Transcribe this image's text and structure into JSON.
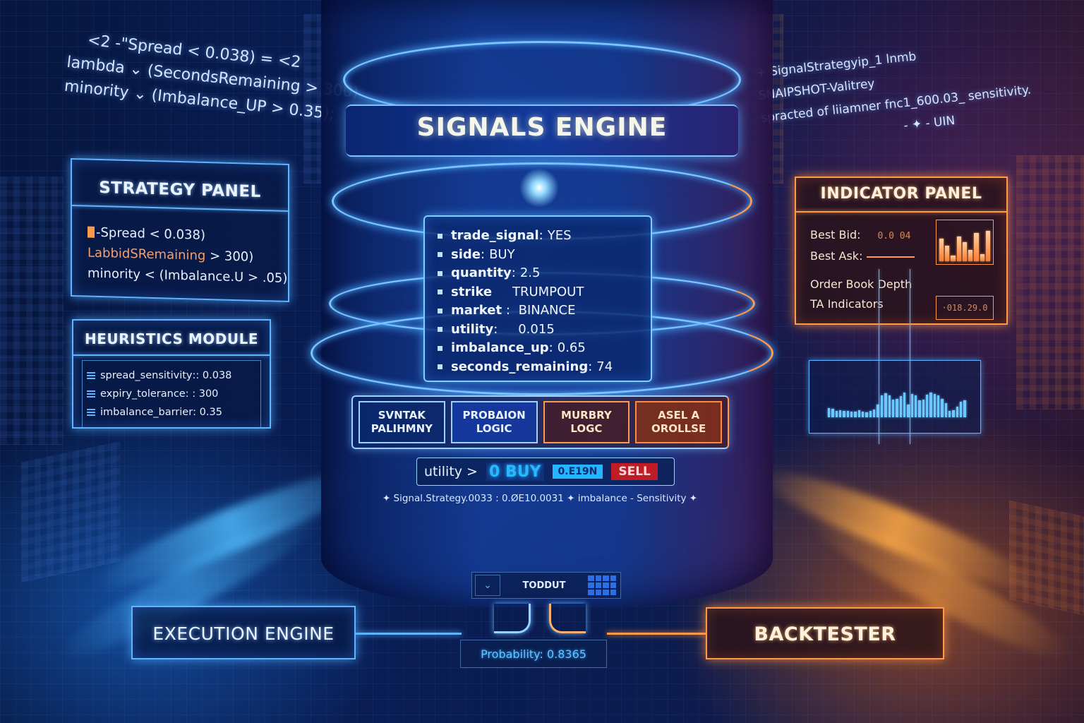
{
  "scene": {
    "title": "SIGNALS ENGINE",
    "colors": {
      "blue_accent": "#5fb4ff",
      "orange_accent": "#ff9a4a",
      "buy": "#28b8ff",
      "sell": "#c01c28",
      "background": "#0a1e55"
    }
  },
  "code_left": {
    "lines": [
      "<2 -\"Spread < 0.038) = <2",
      "lambda ⌄ (SecondsRemaining > 300)",
      "minority ⌄ (Imbalance_UP > 0.35);"
    ]
  },
  "code_right": {
    "lines": [
      "+ SignalStrategyip_1  lnmb",
      "SNAIPSHOT-Valitrey",
      "spracted of liiamner fnc1_600.03_ sensitivity.",
      "- ✦ -  UIN"
    ]
  },
  "strategy_panel": {
    "title": "STRATEGY PANEL",
    "rows": [
      {
        "text": "-Spread < 0.038)",
        "highlight": "marker"
      },
      {
        "text_orange": "LabbidSRemaining",
        "text": " > 300)"
      },
      {
        "text": "minority < (Imbalance.U > .05)"
      }
    ]
  },
  "heuristics_module": {
    "title": "HEURISTICS MODULE",
    "params": [
      {
        "name": "spread_sensitivity",
        "sep": ":: ",
        "value": "0.038"
      },
      {
        "name": "expiry_tolerance",
        "sep": ": : ",
        "value": "300"
      },
      {
        "name": "imbalance_barrier",
        "sep": ": ",
        "value": "0.35"
      }
    ]
  },
  "indicator_panel": {
    "title": "INDICATOR PANEL",
    "best_bid_label": "Best Bid:",
    "best_bid_value": "0.0 04",
    "best_ask_label": "Best Ask:",
    "order_book_label": "Order Book Depth",
    "ta_label": "TA Indicators",
    "ta_value": "·018.29.0",
    "mini_bars": [
      60,
      40,
      15,
      65,
      50,
      30,
      75,
      18,
      80
    ]
  },
  "waveform": {
    "bars": [
      30,
      28,
      20,
      22,
      20,
      20,
      18,
      18,
      22,
      18,
      16,
      20,
      24,
      40,
      70,
      78,
      70,
      56,
      60,
      68,
      80,
      40,
      75,
      70,
      55,
      56,
      72,
      80,
      76,
      70,
      60,
      45,
      20,
      22,
      35,
      50,
      55
    ]
  },
  "signal_display": {
    "fields": [
      {
        "key": "trade_signal",
        "sep": ": ",
        "value": "YES"
      },
      {
        "key": "side",
        "sep": ": ",
        "value": "BUY"
      },
      {
        "key": "quantity",
        "sep": ": ",
        "value": "2.5"
      },
      {
        "key": "strike",
        "sep": "    ",
        "value": "TRUMPOUT"
      },
      {
        "key": "market",
        "sep": " : ",
        "value": "BINANCE"
      },
      {
        "key": "utility",
        "sep": ":    ",
        "value": "0.015"
      },
      {
        "key": "imbalance_up",
        "sep": ": ",
        "value": "0.65"
      },
      {
        "key": "seconds_remaining",
        "sep": ": ",
        "value": "74"
      }
    ]
  },
  "logic_tabs": [
    {
      "label": "SVNTAK PALIHMNY"
    },
    {
      "label": "PROBΔION LOGIC"
    },
    {
      "label": "MURBRY LOGC"
    },
    {
      "label": "ASEL A OROLLSE"
    }
  ],
  "utility_rule": {
    "label": "utility >",
    "buy": "0  BUY",
    "middle": "0.E19N",
    "sell": "SELL",
    "footer": "✦ Signal.Strategy.0033 : 0.ØE10.0031  ✦ imbalance - Sensitivity ✦"
  },
  "output": {
    "label": "TODDUT",
    "chevron": "⌄"
  },
  "probability": {
    "text": "Probability: 0.8365"
  },
  "execution_engine": {
    "label": "EXECUTION ENGINE"
  },
  "backtester": {
    "label": "BACKTESTER"
  }
}
